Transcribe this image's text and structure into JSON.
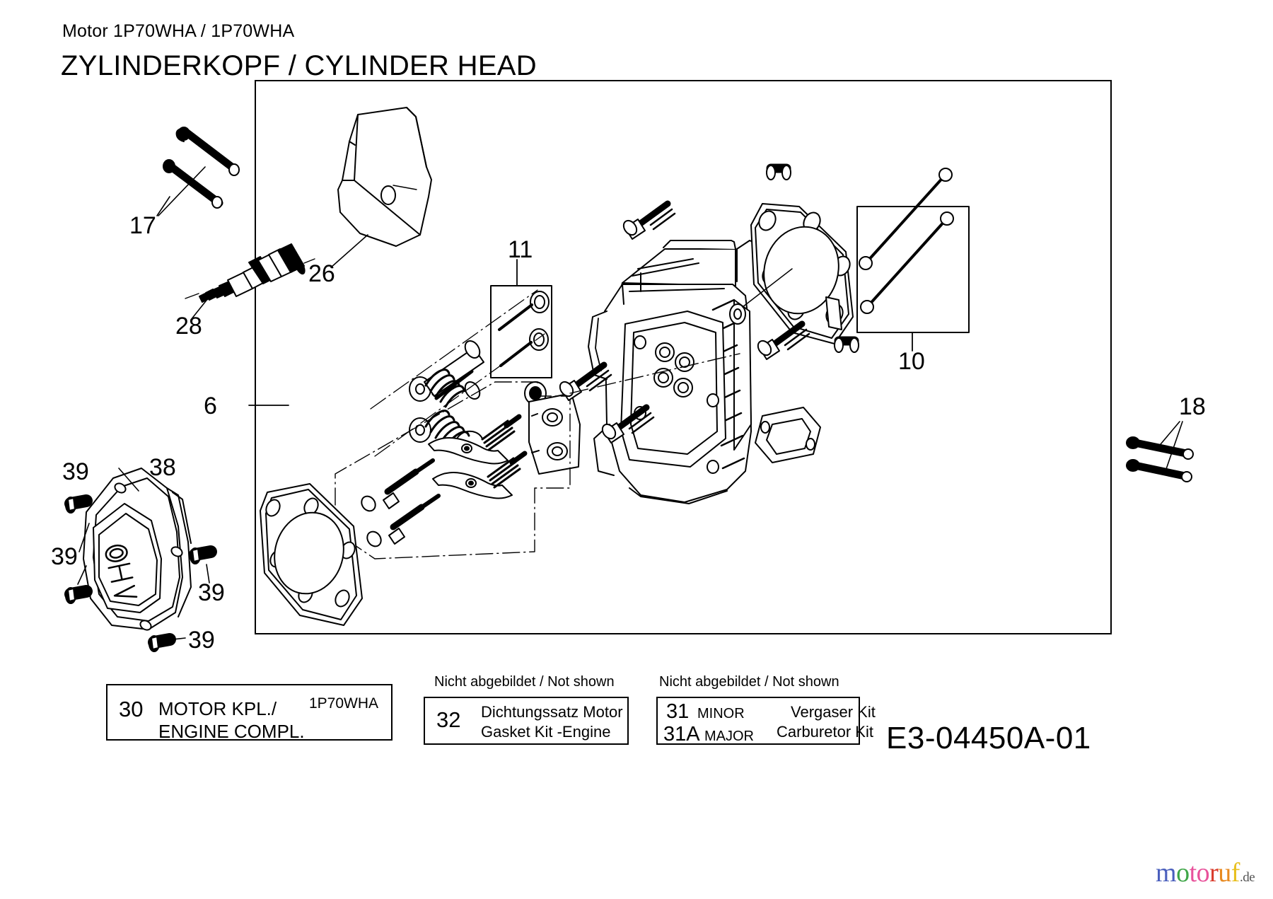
{
  "header": {
    "subtitle": "Motor 1P70WHA / 1P70WHA",
    "title": "ZYLINDERKOPF / CYLINDER HEAD"
  },
  "document_id": "E3-04450A-01",
  "watermark": {
    "letters": [
      {
        "ch": "m",
        "color": "#4a5fbd"
      },
      {
        "ch": "o",
        "color": "#3fa648"
      },
      {
        "ch": "t",
        "color": "#e8529b"
      },
      {
        "ch": "o",
        "color": "#e8529b"
      },
      {
        "ch": "r",
        "color": "#d93a2b"
      },
      {
        "ch": "u",
        "color": "#e88a20"
      },
      {
        "ch": "f",
        "color": "#e8c020"
      }
    ],
    "suffix": ".de",
    "suffix_color": "#555555"
  },
  "callouts": [
    {
      "id": "c17",
      "label": "17"
    },
    {
      "id": "c26",
      "label": "26"
    },
    {
      "id": "c28",
      "label": "28"
    },
    {
      "id": "c11",
      "label": "11"
    },
    {
      "id": "c6",
      "label": "6"
    },
    {
      "id": "c10",
      "label": "10"
    },
    {
      "id": "c18",
      "label": "18"
    },
    {
      "id": "c38",
      "label": "38"
    },
    {
      "id": "c39a",
      "label": "39"
    },
    {
      "id": "c39b",
      "label": "39"
    },
    {
      "id": "c39c",
      "label": "39"
    },
    {
      "id": "c39d",
      "label": "39"
    }
  ],
  "legend": {
    "engine": {
      "number": "30",
      "line1": "MOTOR KPL./",
      "line2": "ENGINE COMPL.",
      "code": "1P70WHA"
    },
    "gasket": {
      "caption": "Nicht abgebildet / Not shown",
      "number": "32",
      "line1": "Dichtungssatz Motor",
      "line2": "Gasket Kit -Engine"
    },
    "carb": {
      "caption": "Nicht abgebildet / Not shown",
      "row1_number": "31",
      "row1_grade": "MINOR",
      "row2_number": "31A",
      "row2_grade": "MAJOR",
      "line1": "Vergaser Kit",
      "line2": "Carburetor Kit"
    }
  },
  "colors": {
    "ink": "#000000",
    "paper": "#ffffff"
  }
}
